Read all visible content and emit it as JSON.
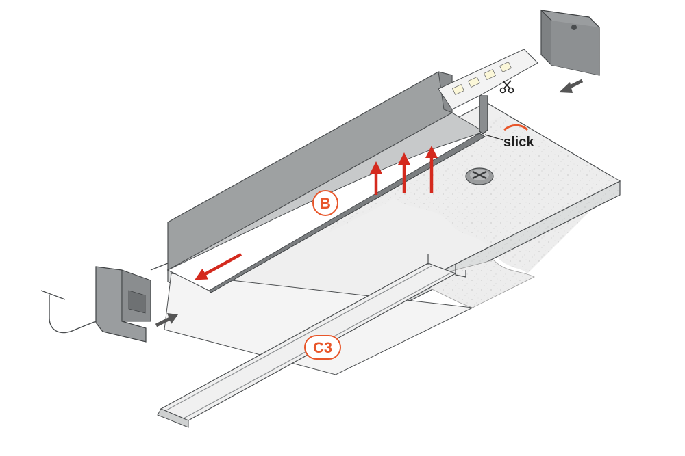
{
  "diagram": {
    "labels": {
      "profile_label": "B",
      "diffuser_label": "C3",
      "brand_text": "slick"
    },
    "colors": {
      "accent_orange": "#e8562a",
      "arrow_red": "#d42a1e",
      "arrow_gray": "#555555",
      "profile_gray": "#9ea1a2",
      "profile_dark": "#7b7e80",
      "board_top": "#e6e8e8",
      "board_side": "#d4d6d6",
      "outline": "#4a4d4f"
    },
    "icons": {
      "screw": "screw-icon",
      "scissors": "scissors-icon",
      "led": "led-chip-icon"
    }
  }
}
